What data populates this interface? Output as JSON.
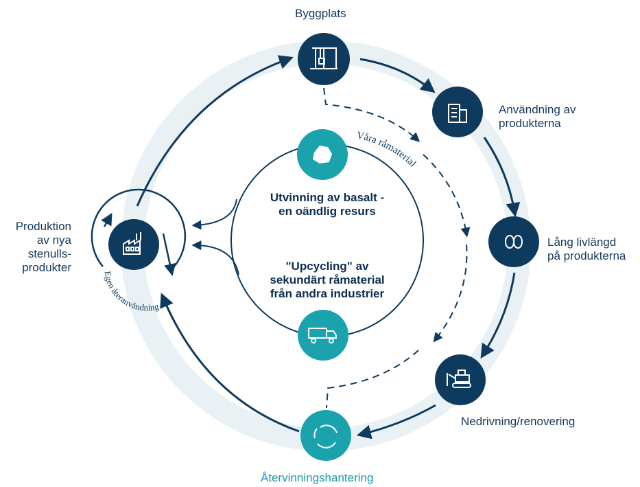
{
  "colors": {
    "navy": "#0e3a5e",
    "teal": "#1aa3ad",
    "ring": "#e9f1f5",
    "text": "#14365a",
    "teal_text": "#1a9aa5"
  },
  "nodes": {
    "construction": {
      "label": "Byggplats",
      "icon": "construction-site-icon"
    },
    "usage": {
      "label_line1": "Användning av",
      "label_line2": "produkterna",
      "icon": "buildings-icon"
    },
    "lifespan": {
      "label_line1": "Lång livlängd",
      "label_line2": "på produkterna",
      "icon": "infinity-icon"
    },
    "demolition": {
      "label": "Nedrivning/renovering",
      "icon": "bulldozer-icon"
    },
    "recycling": {
      "label": "Återvinningshantering",
      "icon": "recycle-icon"
    },
    "production": {
      "label_line1": "Produktion",
      "label_line2": "av nya",
      "label_line3": "stenulls-",
      "label_line4": "produkter",
      "icon": "factory-icon"
    }
  },
  "center": {
    "arc_label": "Våra råmaterial",
    "extraction_line1": "Utvinning av basalt -",
    "extraction_line2": "en oändlig resurs",
    "upcycling_line1": "\"Upcycling\" av",
    "upcycling_line2": "sekundärt råmaterial",
    "upcycling_line3": "från andra industrier",
    "rock_icon": "rock-icon",
    "truck_icon": "truck-icon"
  },
  "inner_loop_label": "Egen återanvändning"
}
